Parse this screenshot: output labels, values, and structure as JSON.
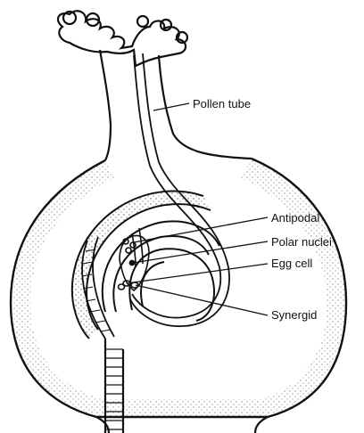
{
  "labels": {
    "pollen_tube": "Pollen tube",
    "antipodal": "Antipodal",
    "polar_nuclei": "Polar nuclei",
    "egg_cell": "Egg cell",
    "synergid": "Synergid"
  },
  "colors": {
    "ink": "#111111",
    "background": "#ffffff"
  }
}
